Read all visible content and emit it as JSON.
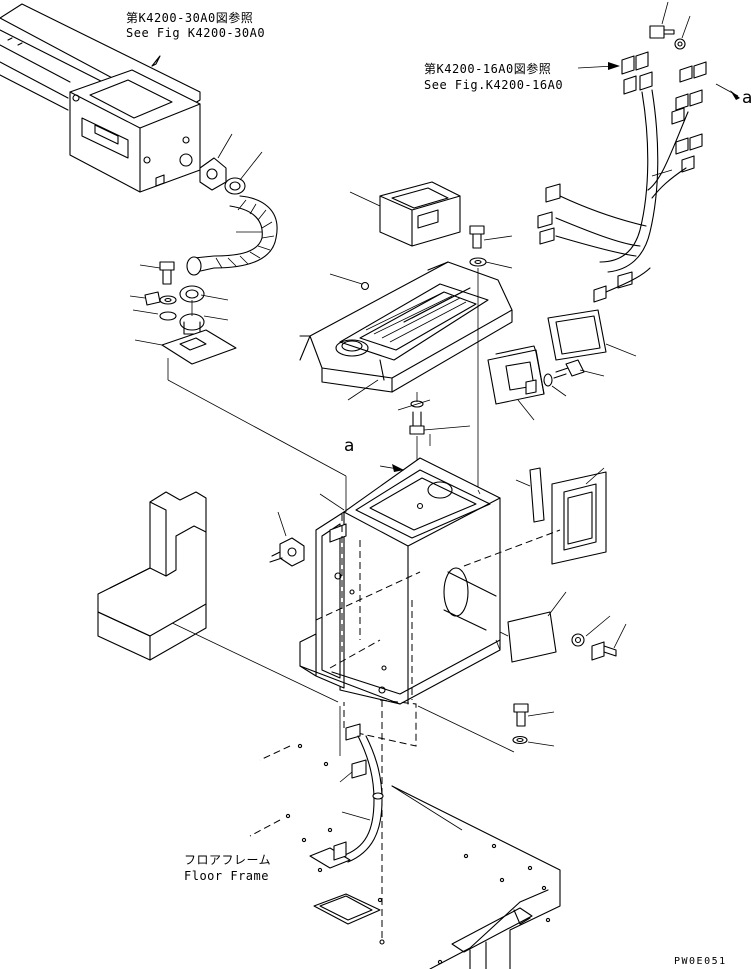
{
  "references": {
    "ref_30a0_jp": "第K4200-30A0図参照",
    "ref_30a0_en": "See Fig K4200-30A0",
    "ref_16a0_jp": "第K4200-16A0図参照",
    "ref_16a0_en": "See Fig.K4200-16A0"
  },
  "floor_frame": {
    "label_jp": "フロアフレーム",
    "label_en": "Floor Frame"
  },
  "connector_mark_top": "a",
  "connector_mark_console": "a",
  "drawing_code": "PW0E051"
}
